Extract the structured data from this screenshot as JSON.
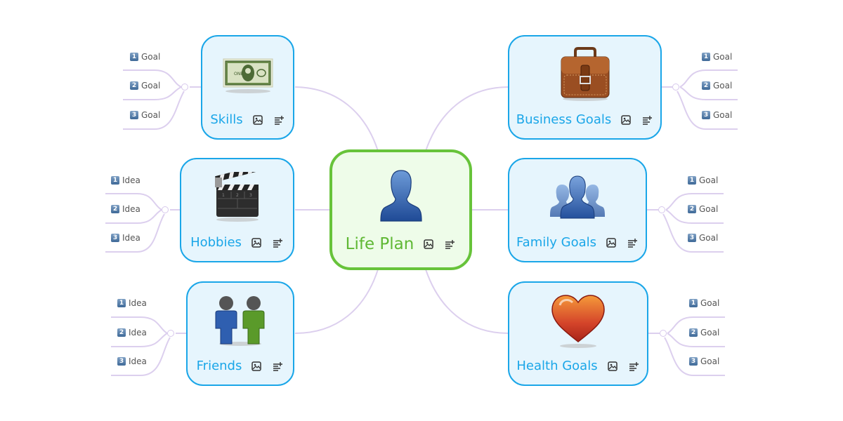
{
  "mindmap": {
    "root": {
      "title": "Life Plan",
      "icon": "person-silhouette-icon"
    },
    "colors": {
      "topic_border": "#1aa6e8",
      "topic_fill": "#e6f5fd",
      "root_border": "#67c33a",
      "root_fill": "#eefce9",
      "link": "#dccfee"
    },
    "topics": [
      {
        "id": "skills",
        "title": "Skills",
        "icon": "dollar-bill-icon",
        "side": "left",
        "children": [
          {
            "num": "1",
            "label": "Goal"
          },
          {
            "num": "2",
            "label": "Goal"
          },
          {
            "num": "3",
            "label": "Goal"
          }
        ]
      },
      {
        "id": "hobbies",
        "title": "Hobbies",
        "icon": "clapperboard-icon",
        "side": "left",
        "children": [
          {
            "num": "1",
            "label": "Idea"
          },
          {
            "num": "2",
            "label": "Idea"
          },
          {
            "num": "3",
            "label": "Idea"
          }
        ]
      },
      {
        "id": "friends",
        "title": "Friends",
        "icon": "two-people-icon",
        "side": "left",
        "children": [
          {
            "num": "1",
            "label": "Idea"
          },
          {
            "num": "2",
            "label": "Idea"
          },
          {
            "num": "3",
            "label": "Idea"
          }
        ]
      },
      {
        "id": "business",
        "title": "Business Goals",
        "icon": "briefcase-icon",
        "side": "right",
        "children": [
          {
            "num": "1",
            "label": "Goal"
          },
          {
            "num": "2",
            "label": "Goal"
          },
          {
            "num": "3",
            "label": "Goal"
          }
        ]
      },
      {
        "id": "family",
        "title": "Family Goals",
        "icon": "group-silhouette-icon",
        "side": "right",
        "children": [
          {
            "num": "1",
            "label": "Goal"
          },
          {
            "num": "2",
            "label": "Goal"
          },
          {
            "num": "3",
            "label": "Goal"
          }
        ]
      },
      {
        "id": "health",
        "title": "Health Goals",
        "icon": "heart-icon",
        "side": "right",
        "children": [
          {
            "num": "1",
            "label": "Goal"
          },
          {
            "num": "2",
            "label": "Goal"
          },
          {
            "num": "3",
            "label": "Goal"
          }
        ]
      }
    ],
    "node_actions": {
      "image": "image-icon",
      "notes": "add-notes-icon"
    }
  }
}
